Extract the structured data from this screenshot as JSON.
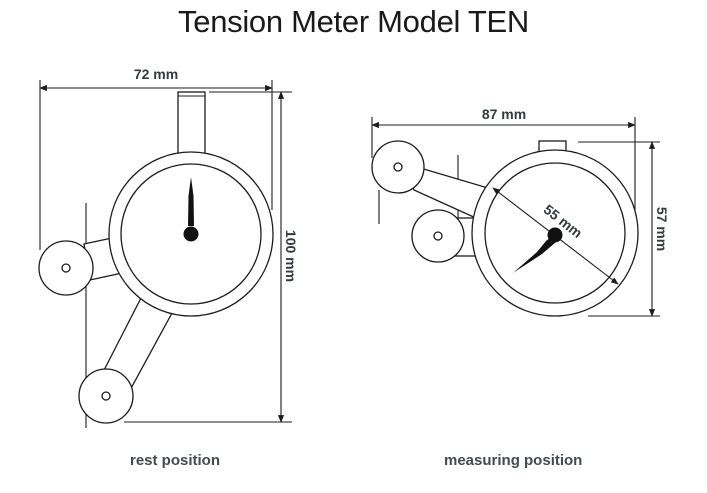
{
  "title": "Tension Meter Model TEN",
  "diagrams": [
    {
      "id": "rest",
      "caption": "rest position",
      "dimensions": {
        "width": "72 mm",
        "height": "100 mm"
      },
      "pointer": "vertical (zero)"
    },
    {
      "id": "measuring",
      "caption": "measuring position",
      "dimensions": {
        "width": "87 mm",
        "height": "57 mm",
        "dial_diameter": "55 mm"
      },
      "pointer": "deflected (lower-left)"
    }
  ],
  "colors": {
    "line": "#1c1c1c",
    "label": "#333a40",
    "background": "#ffffff"
  }
}
